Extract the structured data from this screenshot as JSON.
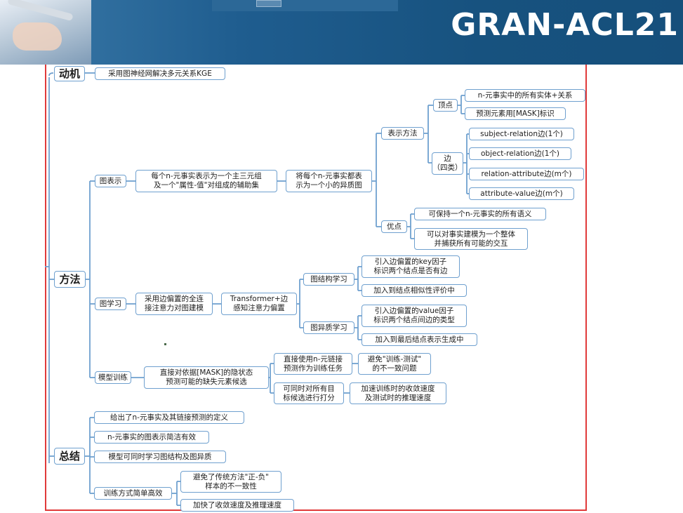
{
  "header": {
    "title": "GRAN-ACL21"
  },
  "mindmap": {
    "motivation": {
      "label": "动机",
      "text": "采用图神经网解决多元关系KGE"
    },
    "method": {
      "label": "方法",
      "graph_repr": {
        "label": "图表示",
        "desc": "每个n-元事实表示为一个主三元组及一个\"属性-值\"对组成的辅助集",
        "desc_l1": "每个n-元事实表示为一个主三元组",
        "desc_l2": "及一个\"属性-值\"对组成的辅助集",
        "hetero_l1": "将每个n-元事实都表",
        "hetero_l2": "示为一个小的异质图",
        "repr_method": "表示方法",
        "vertex": "顶点",
        "vertex_items": [
          "n-元事实中的所有实体+关系",
          "预测元素用[MASK]标识"
        ],
        "edge_l1": "边",
        "edge_l2": "（四类）",
        "edge_items": [
          "subject-relation边(1个)",
          "object-relation边(1个)",
          "relation-attribute边(m个)",
          "attribute-value边(m个)"
        ],
        "advantage": "优点",
        "adv_1": "可保持一个n-元事实的所有语义",
        "adv_2_l1": "可以对事实建模为一个整体",
        "adv_2_l2": "并捕获所有可能的交互"
      },
      "graph_learning": {
        "label": "图学习",
        "desc_l1": "采用边偏置的全连",
        "desc_l2": "接注意力对图建模",
        "transformer_l1": "Transformer+边",
        "transformer_l2": "感知注意力偏置",
        "structure": "图结构学习",
        "structure_1_l1": "引入边偏置的key因子",
        "structure_1_l2": "标识两个结点是否有边",
        "structure_2": "加入到结点相似性评价中",
        "hetero": "图异质学习",
        "hetero_1_l1": "引入边偏置的value因子",
        "hetero_1_l2": "标识两个结点间边的类型",
        "hetero_2": "加入到最后结点表示生成中"
      },
      "training": {
        "label": "模型训练",
        "desc_l1": "直接对依据[MASK]的隐状态",
        "desc_l2": "预测可能的缺失元素候选",
        "direct_l1": "直接使用n-元链接",
        "direct_l2": "预测作为训练任务",
        "avoid_l1": "避免\"训练-测试\"",
        "avoid_l2": "的不一致问题",
        "score_l1": "可同时对所有目",
        "score_l2": "标候选进行打分",
        "speed_l1": "加速训练时的收敛速度",
        "speed_l2": "及测试时的推理速度"
      }
    },
    "summary": {
      "label": "总结",
      "items": [
        "给出了n-元事实及其链接预测的定义",
        "n-元事实的图表示简洁有效",
        "模型可同时学习图结构及图异质"
      ],
      "training": "训练方式简单高效",
      "training_1_l1": "避免了传统方法\"正-负\"",
      "training_1_l2": "样本的不一致性",
      "training_2": "加快了收敛速度及推理速度"
    }
  }
}
